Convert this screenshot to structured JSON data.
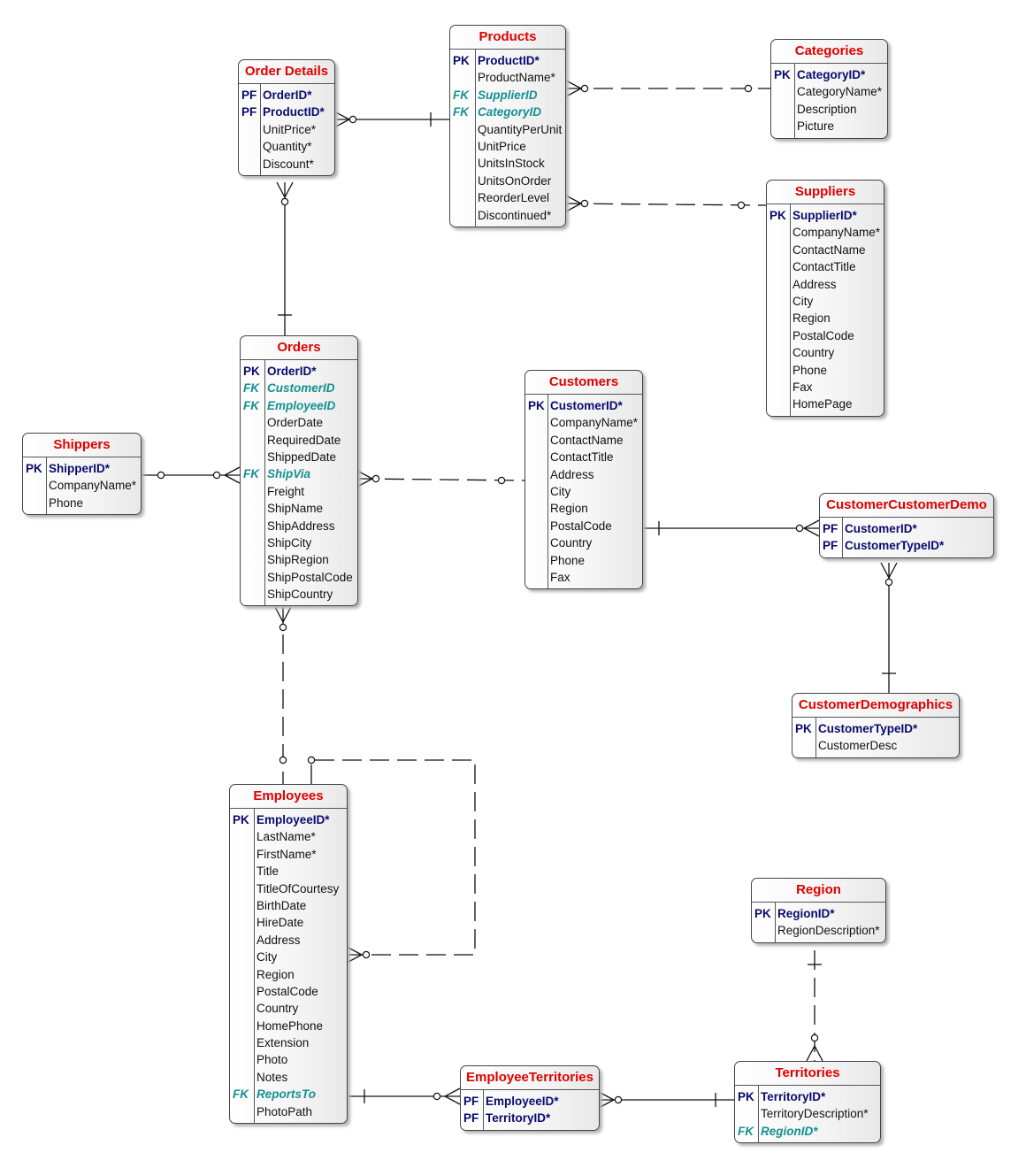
{
  "diagram": {
    "entities": [
      {
        "id": "order_details",
        "name": "Order Details",
        "fields": [
          {
            "key": "PF",
            "name": "OrderID*"
          },
          {
            "key": "PF",
            "name": "ProductID*"
          },
          {
            "key": "",
            "name": "UnitPrice*"
          },
          {
            "key": "",
            "name": "Quantity*"
          },
          {
            "key": "",
            "name": "Discount*"
          }
        ]
      },
      {
        "id": "products",
        "name": "Products",
        "fields": [
          {
            "key": "PK",
            "name": "ProductID*"
          },
          {
            "key": "",
            "name": "ProductName*"
          },
          {
            "key": "FK",
            "name": "SupplierID"
          },
          {
            "key": "FK",
            "name": "CategoryID"
          },
          {
            "key": "",
            "name": "QuantityPerUnit"
          },
          {
            "key": "",
            "name": "UnitPrice"
          },
          {
            "key": "",
            "name": "UnitsInStock"
          },
          {
            "key": "",
            "name": "UnitsOnOrder"
          },
          {
            "key": "",
            "name": "ReorderLevel"
          },
          {
            "key": "",
            "name": "Discontinued*"
          }
        ]
      },
      {
        "id": "categories",
        "name": "Categories",
        "fields": [
          {
            "key": "PK",
            "name": "CategoryID*"
          },
          {
            "key": "",
            "name": "CategoryName*"
          },
          {
            "key": "",
            "name": "Description"
          },
          {
            "key": "",
            "name": "Picture"
          }
        ]
      },
      {
        "id": "suppliers",
        "name": "Suppliers",
        "fields": [
          {
            "key": "PK",
            "name": "SupplierID*"
          },
          {
            "key": "",
            "name": "CompanyName*"
          },
          {
            "key": "",
            "name": "ContactName"
          },
          {
            "key": "",
            "name": "ContactTitle"
          },
          {
            "key": "",
            "name": "Address"
          },
          {
            "key": "",
            "name": "City"
          },
          {
            "key": "",
            "name": "Region"
          },
          {
            "key": "",
            "name": "PostalCode"
          },
          {
            "key": "",
            "name": "Country"
          },
          {
            "key": "",
            "name": "Phone"
          },
          {
            "key": "",
            "name": "Fax"
          },
          {
            "key": "",
            "name": "HomePage"
          }
        ]
      },
      {
        "id": "orders",
        "name": "Orders",
        "fields": [
          {
            "key": "PK",
            "name": "OrderID*"
          },
          {
            "key": "FK",
            "name": "CustomerID"
          },
          {
            "key": "FK",
            "name": "EmployeeID"
          },
          {
            "key": "",
            "name": "OrderDate"
          },
          {
            "key": "",
            "name": "RequiredDate"
          },
          {
            "key": "",
            "name": "ShippedDate"
          },
          {
            "key": "FK",
            "name": "ShipVia"
          },
          {
            "key": "",
            "name": "Freight"
          },
          {
            "key": "",
            "name": "ShipName"
          },
          {
            "key": "",
            "name": "ShipAddress"
          },
          {
            "key": "",
            "name": "ShipCity"
          },
          {
            "key": "",
            "name": "ShipRegion"
          },
          {
            "key": "",
            "name": "ShipPostalCode"
          },
          {
            "key": "",
            "name": "ShipCountry"
          }
        ]
      },
      {
        "id": "customers",
        "name": "Customers",
        "fields": [
          {
            "key": "PK",
            "name": "CustomerID*"
          },
          {
            "key": "",
            "name": "CompanyName*"
          },
          {
            "key": "",
            "name": "ContactName"
          },
          {
            "key": "",
            "name": "ContactTitle"
          },
          {
            "key": "",
            "name": "Address"
          },
          {
            "key": "",
            "name": "City"
          },
          {
            "key": "",
            "name": "Region"
          },
          {
            "key": "",
            "name": "PostalCode"
          },
          {
            "key": "",
            "name": "Country"
          },
          {
            "key": "",
            "name": "Phone"
          },
          {
            "key": "",
            "name": "Fax"
          }
        ]
      },
      {
        "id": "shippers",
        "name": "Shippers",
        "fields": [
          {
            "key": "PK",
            "name": "ShipperID*"
          },
          {
            "key": "",
            "name": "CompanyName*"
          },
          {
            "key": "",
            "name": "Phone"
          }
        ]
      },
      {
        "id": "ccd",
        "name": "CustomerCustomerDemo",
        "fields": [
          {
            "key": "PF",
            "name": "CustomerID*"
          },
          {
            "key": "PF",
            "name": "CustomerTypeID*"
          }
        ]
      },
      {
        "id": "demographics",
        "name": "CustomerDemographics",
        "fields": [
          {
            "key": "PK",
            "name": "CustomerTypeID*"
          },
          {
            "key": "",
            "name": "CustomerDesc"
          }
        ]
      },
      {
        "id": "employees",
        "name": "Employees",
        "fields": [
          {
            "key": "PK",
            "name": "EmployeeID*"
          },
          {
            "key": "",
            "name": "LastName*"
          },
          {
            "key": "",
            "name": "FirstName*"
          },
          {
            "key": "",
            "name": "Title"
          },
          {
            "key": "",
            "name": "TitleOfCourtesy"
          },
          {
            "key": "",
            "name": "BirthDate"
          },
          {
            "key": "",
            "name": "HireDate"
          },
          {
            "key": "",
            "name": "Address"
          },
          {
            "key": "",
            "name": "City"
          },
          {
            "key": "",
            "name": "Region"
          },
          {
            "key": "",
            "name": "PostalCode"
          },
          {
            "key": "",
            "name": "Country"
          },
          {
            "key": "",
            "name": "HomePhone"
          },
          {
            "key": "",
            "name": "Extension"
          },
          {
            "key": "",
            "name": "Photo"
          },
          {
            "key": "",
            "name": "Notes"
          },
          {
            "key": "FK",
            "name": "ReportsTo"
          },
          {
            "key": "",
            "name": "PhotoPath"
          }
        ]
      },
      {
        "id": "region",
        "name": "Region",
        "fields": [
          {
            "key": "PK",
            "name": "RegionID*"
          },
          {
            "key": "",
            "name": "RegionDescription*"
          }
        ]
      },
      {
        "id": "emp_territories",
        "name": "EmployeeTerritories",
        "fields": [
          {
            "key": "PF",
            "name": "EmployeeID*"
          },
          {
            "key": "PF",
            "name": "TerritoryID*"
          }
        ]
      },
      {
        "id": "territories",
        "name": "Territories",
        "fields": [
          {
            "key": "PK",
            "name": "TerritoryID*"
          },
          {
            "key": "",
            "name": "TerritoryDescription*"
          },
          {
            "key": "FK",
            "name": "RegionID*"
          }
        ]
      }
    ],
    "relationships": [
      {
        "from": "order_details",
        "to": "products",
        "style": "solid"
      },
      {
        "from": "products",
        "to": "categories",
        "style": "dashed"
      },
      {
        "from": "products",
        "to": "suppliers",
        "style": "dashed"
      },
      {
        "from": "order_details",
        "to": "orders",
        "style": "solid"
      },
      {
        "from": "orders",
        "to": "shippers",
        "style": "solid"
      },
      {
        "from": "orders",
        "to": "customers",
        "style": "dashed"
      },
      {
        "from": "customers",
        "to": "ccd",
        "style": "solid"
      },
      {
        "from": "ccd",
        "to": "demographics",
        "style": "solid"
      },
      {
        "from": "orders",
        "to": "employees",
        "style": "dashed"
      },
      {
        "from": "employees",
        "to": "employees",
        "style": "dashed"
      },
      {
        "from": "employees",
        "to": "emp_territories",
        "style": "solid"
      },
      {
        "from": "emp_territories",
        "to": "territories",
        "style": "solid"
      },
      {
        "from": "territories",
        "to": "region",
        "style": "dashed"
      }
    ]
  }
}
